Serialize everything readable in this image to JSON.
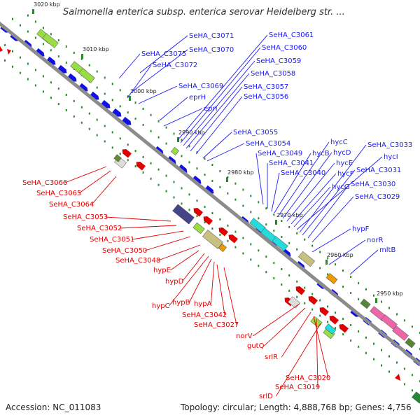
{
  "title": "Salmonella enterica subsp. enterica serovar Heidelberg str. ...",
  "accession": "Accession: NC_011083",
  "topology": "Topology: circular; Length: 4,888,768 bp; Genes: 4,756",
  "colors": {
    "forward_label": "#1a1aff",
    "reverse_label": "#e00000",
    "backbone": "#8c8c8c",
    "tick": "#2a8a2a"
  },
  "ticks": [
    {
      "label": "3020 kbp"
    },
    {
      "label": "3010 kbp"
    },
    {
      "label": "3000 kbp"
    },
    {
      "label": "2990 kbp"
    },
    {
      "label": "2980 kbp"
    },
    {
      "label": "2970 kbp"
    },
    {
      "label": "2960 kbp"
    },
    {
      "label": "2950 kbp"
    }
  ],
  "forward_labels": [
    "SeHA_C3071",
    "SeHA_C3075",
    "SeHA_C3070",
    "SeHA_C3072",
    "SeHA_C3069",
    "eprH",
    "eprI",
    "SeHA_C3061",
    "SeHA_C3060",
    "SeHA_C3059",
    "SeHA_C3058",
    "SeHA_C3057",
    "SeHA_C3056",
    "SeHA_C3055",
    "SeHA_C3054",
    "SeHA_C3049",
    "SeHA_C3041",
    "SeHA_C3040",
    "hycB",
    "hycC",
    "hycD",
    "hycE",
    "hycF",
    "hycG",
    "hycI",
    "SeHA_C3033",
    "SeHA_C3031",
    "SeHA_C3030",
    "SeHA_C3029",
    "hypF",
    "norR",
    "mltB"
  ],
  "reverse_labels": [
    "SeHA_C3066",
    "SeHA_C3065",
    "SeHA_C3064",
    "SeHA_C3053",
    "SeHA_C3052",
    "SeHA_C3051",
    "SeHA_C3050",
    "SeHA_C3048",
    "hypE",
    "hypD",
    "hypC",
    "hypB",
    "hypA",
    "SeHA_C3042",
    "SeHA_C3027",
    "norV",
    "gutQ",
    "srlR",
    "SeHA_C3020",
    "SeHA_C3019",
    "srlD"
  ]
}
